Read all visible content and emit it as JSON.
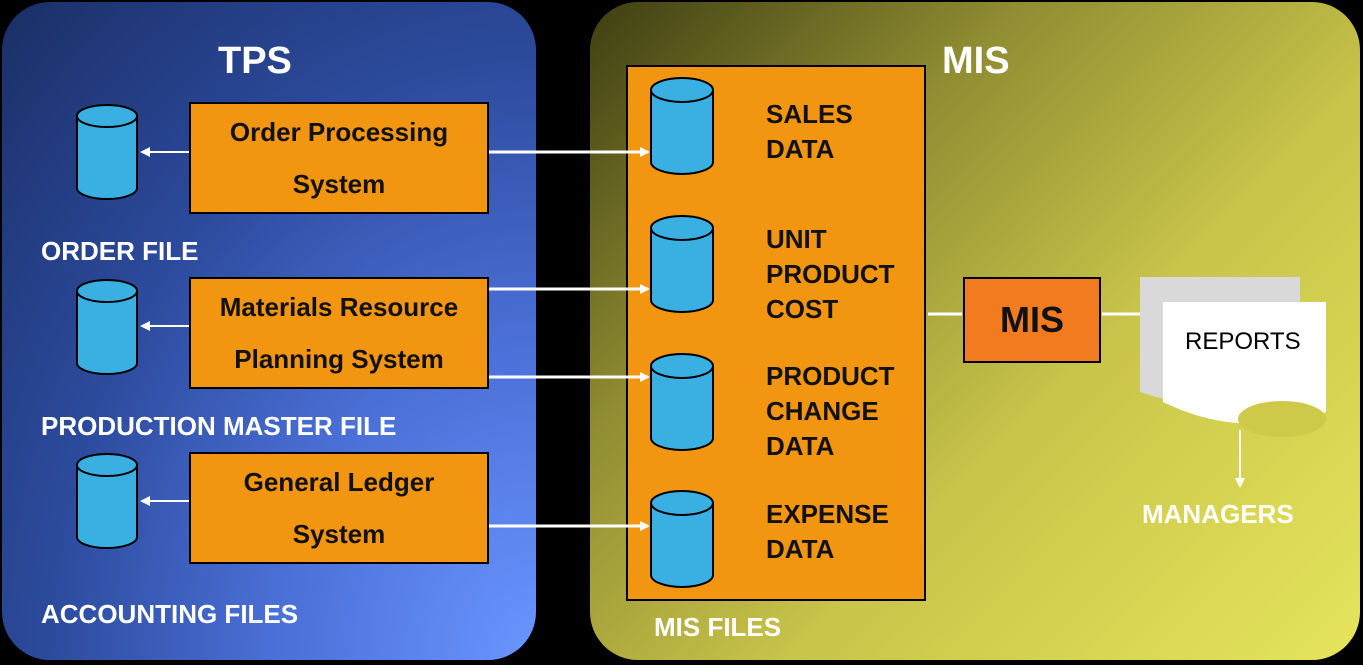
{
  "tps": {
    "title": "TPS",
    "systems": [
      {
        "line1": "Order Processing",
        "line2": "System"
      },
      {
        "line1": "Materials Resource",
        "line2": "Planning System"
      },
      {
        "line1": "General Ledger",
        "line2": "System"
      }
    ],
    "files": [
      "ORDER FILE",
      "PRODUCTION MASTER FILE",
      "ACCOUNTING FILES"
    ]
  },
  "mis": {
    "title": "MIS",
    "data_stores": [
      {
        "lines": [
          "SALES",
          "DATA"
        ]
      },
      {
        "lines": [
          "UNIT",
          "PRODUCT",
          "COST"
        ]
      },
      {
        "lines": [
          "PRODUCT",
          "CHANGE",
          "DATA"
        ]
      },
      {
        "lines": [
          "EXPENSE",
          "DATA"
        ]
      }
    ],
    "files_label": "MIS FILES",
    "process_label": "MIS",
    "reports_label": "REPORTS",
    "managers_label": "MANAGERS"
  },
  "colors": {
    "cylinder_fill": "#3ab0e2",
    "system_fill": "#f29511",
    "mis_box_fill": "#f37b1f",
    "arrow": "#ffffff"
  }
}
